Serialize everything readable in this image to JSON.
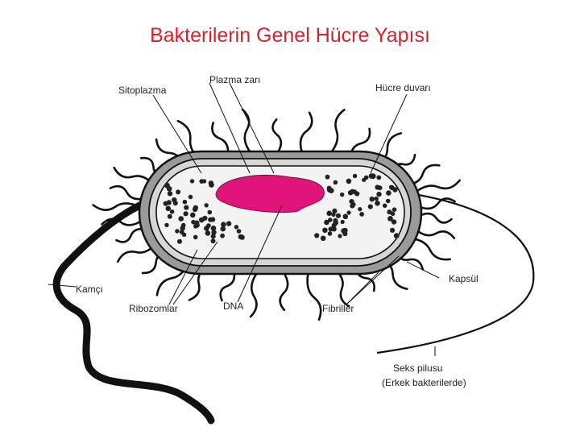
{
  "title": "Bakterilerin Genel Hücre Yapısı",
  "labels": {
    "sitoplazma": "Sitoplazma",
    "plazma_zari": "Plazma zarı",
    "hucre_duvari": "Hücre duvarı",
    "kamci": "Kamçı",
    "kapsul": "Kapsül",
    "ribozomlar": "Ribozomlar",
    "dna": "DNA",
    "fibriller": "Fibriller",
    "seks_pilusu_1": "Seks pilusu",
    "seks_pilusu_2": "(Erkek bakterilerde)"
  },
  "colors": {
    "title": "#d8222a",
    "capsule": "#9a9a9a",
    "cell_wall": "#d6d6d6",
    "cytoplasm": "#f3f3f3",
    "dna": "#e0157a",
    "ribosome": "#222222",
    "outline": "#111111"
  }
}
